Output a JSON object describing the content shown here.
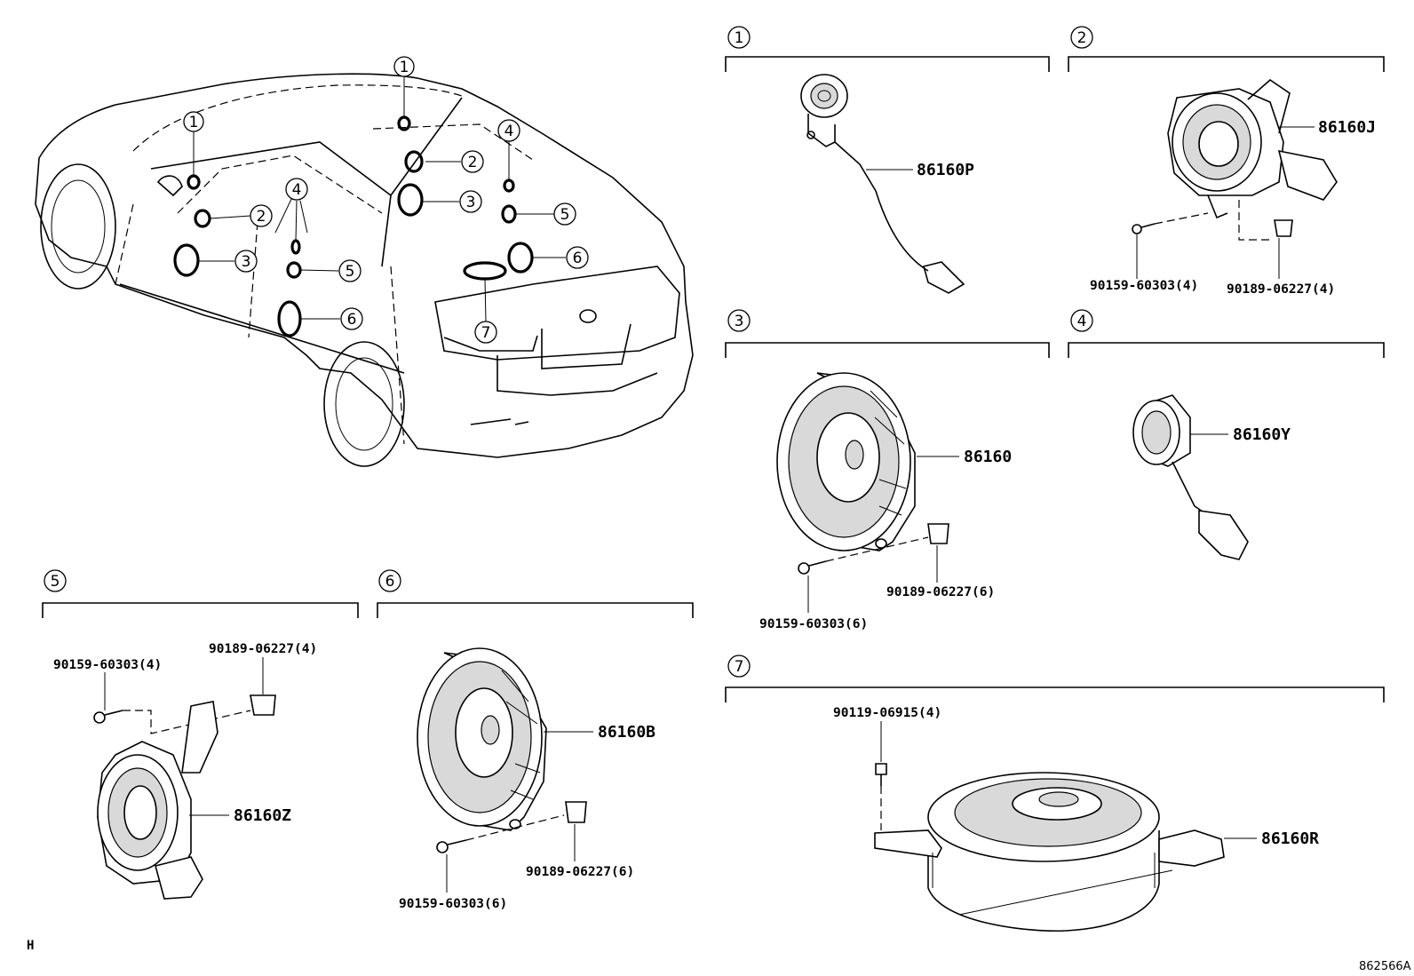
{
  "sections": [
    {
      "num": "1",
      "parts": [
        "86160P"
      ]
    },
    {
      "num": "2",
      "parts": [
        "86160J",
        "90159-60303(4)",
        "90189-06227(4)"
      ]
    },
    {
      "num": "3",
      "parts": [
        "86160",
        "90189-06227(6)",
        "90159-60303(6)"
      ]
    },
    {
      "num": "4",
      "parts": [
        "86160Y"
      ]
    },
    {
      "num": "5",
      "parts": [
        "90159-60303(4)",
        "90189-06227(4)",
        "86160Z"
      ]
    },
    {
      "num": "6",
      "parts": [
        "86160B",
        "90189-06227(6)",
        "90159-60303(6)"
      ]
    },
    {
      "num": "7",
      "parts": [
        "90119-06915(4)",
        "86160R"
      ]
    }
  ],
  "car_callouts": [
    "1",
    "2",
    "3",
    "4",
    "5",
    "6",
    "7"
  ],
  "footer": {
    "left": "H",
    "right": "862566A"
  }
}
